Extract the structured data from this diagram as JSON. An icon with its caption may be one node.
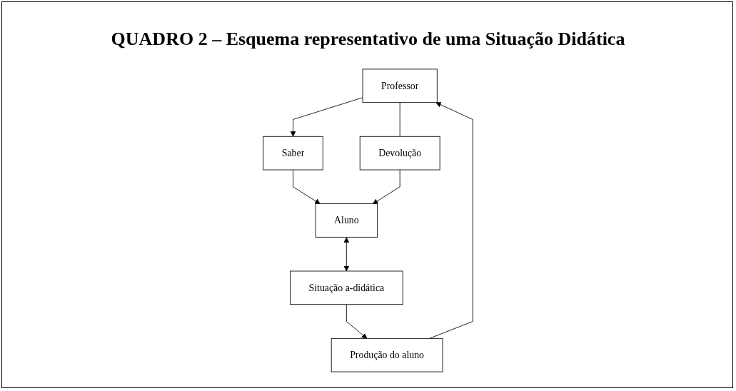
{
  "diagram": {
    "title": "QUADRO 2 – Esquema representativo de uma Situação Didática",
    "nodes": [
      {
        "text": [
          "Professor"
        ]
      },
      {
        "text": [
          "Saber"
        ]
      },
      {
        "text": [
          "Produção do aluno"
        ]
      },
      {
        "text": [
          "Devolução"
        ]
      },
      {
        "text": [
          "Aluno"
        ]
      },
      {
        "text": [
          "Situação a-didática"
        ]
      }
    ],
    "edges": [
      {
        "from": 0,
        "to": 1,
        "arrow": "to"
      },
      {
        "from": 1,
        "to": 4,
        "arrow": "to"
      },
      {
        "from": 0,
        "to": 3,
        "arrow": "none"
      },
      {
        "from": 3,
        "to": 4,
        "arrow": "to"
      },
      {
        "from": 4,
        "to": 5,
        "arrow": "both"
      },
      {
        "from": 5,
        "to": 2,
        "arrow": "to"
      },
      {
        "from": 2,
        "to": 0,
        "arrow": "to"
      }
    ]
  }
}
